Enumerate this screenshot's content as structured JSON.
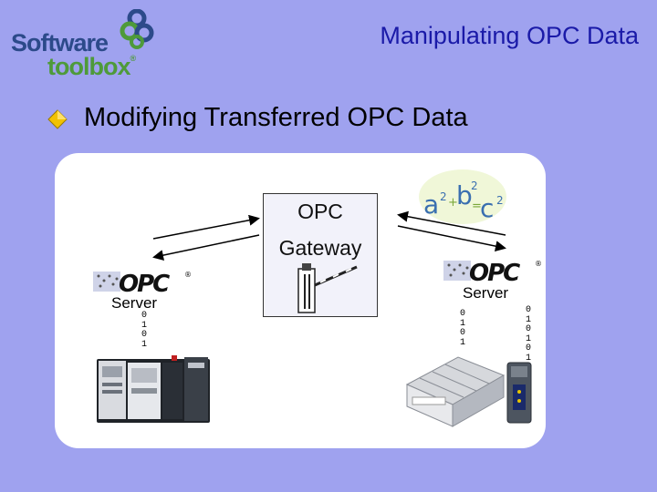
{
  "logo": {
    "word1": "Software",
    "word2": "toolbox",
    "registered": "®",
    "icon": "knot-logo-icon"
  },
  "header": {
    "title": "Manipulating OPC Data"
  },
  "bullet": {
    "icon": "diamond-bullet-icon",
    "text": "Modifying Transferred OPC Data"
  },
  "diagram": {
    "gateway": {
      "line1": "OPC",
      "line2": "Gateway",
      "icon": "barrier-gate-icon"
    },
    "formula": {
      "a": "a",
      "b": "b",
      "c": "c",
      "exp": "2",
      "plus": "+",
      "equals": "="
    },
    "left_server": {
      "logo_text": "OPC",
      "registered": "®",
      "label": "Server",
      "bits": [
        "0",
        "1",
        "0",
        "1"
      ],
      "device": "plc-rack-icon"
    },
    "right_server": {
      "logo_text": "OPC",
      "registered": "®",
      "label": "Server",
      "bits_left": [
        "0",
        "1",
        "0",
        "1"
      ],
      "bits_right": [
        "0",
        "1",
        "0",
        "1",
        "0",
        "1"
      ],
      "device": "io-module-icon"
    }
  },
  "colors": {
    "background": "#9fa2ef",
    "title": "#1a1aa8",
    "panel": "#ffffff",
    "bullet": "#f2c200",
    "logo_blue": "#2c4a8a",
    "logo_green": "#4e9a3a"
  }
}
